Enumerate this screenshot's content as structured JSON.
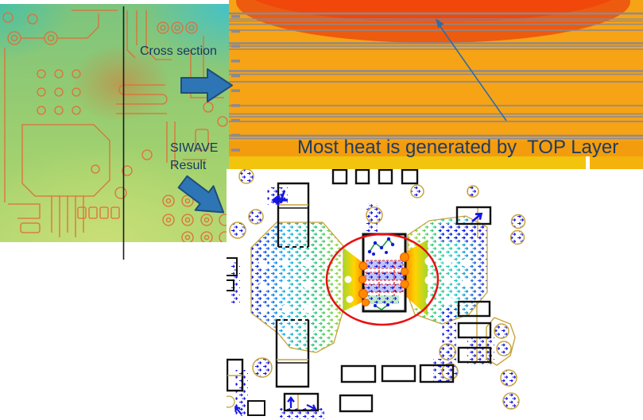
{
  "pcb_panel": {
    "cross_section_label": "Cross section",
    "siwave_label_line1": "SIWAVE",
    "siwave_label_line2": "Result"
  },
  "cross_section_panel": {
    "heat_annotation": "Most heat is generated by  TOP Layer"
  },
  "colors": {
    "label_text": "#17375E",
    "annotation_text": "#1F3C61",
    "block_arrow_fill": "#2E75B6",
    "block_arrow_outline": "#1F4E79",
    "thin_arrow_blue": "#2E6DA8",
    "cross_section_background": "#F6A315",
    "heat_lens_orange": "#ED5B0F",
    "heat_lens_core_red": "#F1470A",
    "layer_line_gray": "#8A8A94",
    "bottom_strip_yellow": "#F2C40E",
    "highlight_ellipse_red": "#E81010",
    "vector_arrow_blue": "#1515E6",
    "via_ring_tan": "#C8A43C",
    "pcb_trace_orange": "#E06E38"
  }
}
